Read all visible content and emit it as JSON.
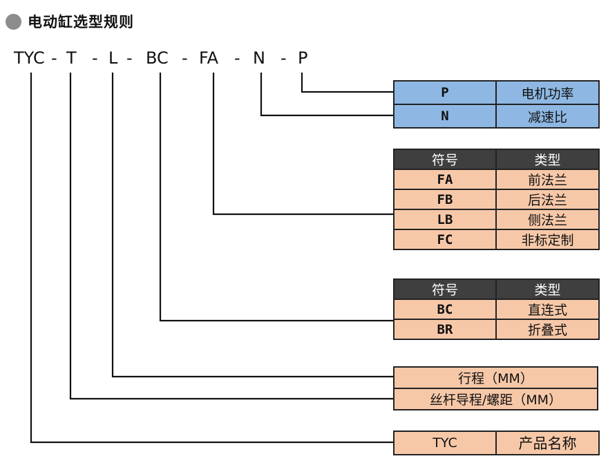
{
  "title": "电动缸选型规则",
  "code_parts": [
    "TYC",
    "-",
    "T",
    "-",
    "L",
    "-",
    "BC",
    "-",
    "FA",
    "-",
    "N",
    "-",
    "P"
  ],
  "tables": {
    "motor": {
      "rows": [
        {
          "code": "P",
          "desc": "电机功率"
        },
        {
          "code": "N",
          "desc": "减速比"
        }
      ]
    },
    "mounting": {
      "header": {
        "code": "符号",
        "desc": "类型"
      },
      "rows": [
        {
          "code": "FA",
          "desc": "前法兰"
        },
        {
          "code": "FB",
          "desc": "后法兰"
        },
        {
          "code": "LB",
          "desc": "侧法兰"
        },
        {
          "code": "FC",
          "desc": "非标定制"
        }
      ]
    },
    "connection": {
      "header": {
        "code": "符号",
        "desc": "类型"
      },
      "rows": [
        {
          "code": "BC",
          "desc": "直连式"
        },
        {
          "code": "BR",
          "desc": "折叠式"
        }
      ]
    },
    "stroke": {
      "rows": [
        {
          "label": "行程（MM）"
        },
        {
          "label": "丝杆导程/螺距（MM）"
        }
      ]
    },
    "product": {
      "rows": [
        {
          "code": "TYC",
          "desc": "产品名称"
        }
      ]
    }
  },
  "colors": {
    "blue": "#8eb8e3",
    "peach": "#f7c8a8",
    "header": "#3f3f3f"
  }
}
